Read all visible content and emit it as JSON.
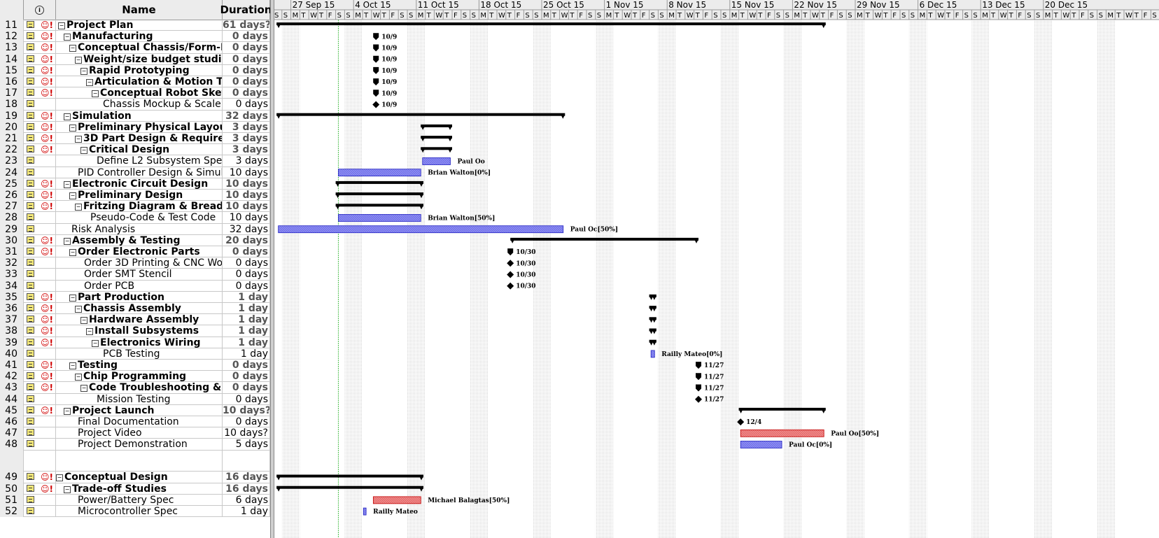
{
  "columns": {
    "indicator_icon": "info-icon",
    "name": "Name",
    "duration": "Duration"
  },
  "timescale": {
    "weeks": [
      "ep 15",
      "27 Sep 15",
      "4 Oct 15",
      "11 Oct 15",
      "18 Oct 15",
      "25 Oct 15",
      "1 Nov 15",
      "8 Nov 15",
      "15 Nov 15",
      "22 Nov 15",
      "29 Nov 15",
      "6 Dec 15",
      "13 Dec 15",
      "20 Dec 15"
    ],
    "days": [
      "S",
      "M",
      "T",
      "W",
      "T",
      "F",
      "S"
    ]
  },
  "tasks": [
    {
      "id": "11",
      "name": "Project Plan",
      "duration": "61 days?",
      "level": 0,
      "summary": true,
      "res_icon": true,
      "bar": {
        "kind": "summary",
        "start": 0.4,
        "end": 61.7
      }
    },
    {
      "id": "12",
      "name": "Manufacturing",
      "duration": "0 days",
      "level": 1,
      "summary": true,
      "res_icon": true,
      "bar": {
        "kind": "summary_ms",
        "start": 11.5,
        "label": "10/9"
      }
    },
    {
      "id": "13",
      "name": "Conceptual Chassis/Form-Fa",
      "duration": "0 days",
      "level": 2,
      "summary": true,
      "res_icon": true,
      "bar": {
        "kind": "summary_ms",
        "start": 11.5,
        "label": "10/9"
      }
    },
    {
      "id": "14",
      "name": "Weight/size budget studies",
      "duration": "0 days",
      "level": 3,
      "summary": true,
      "res_icon": true,
      "bar": {
        "kind": "summary_ms",
        "start": 11.5,
        "label": "10/9"
      }
    },
    {
      "id": "15",
      "name": "Rapid Prototyping",
      "duration": "0 days",
      "level": 4,
      "summary": true,
      "res_icon": true,
      "bar": {
        "kind": "summary_ms",
        "start": 11.5,
        "label": "10/9"
      }
    },
    {
      "id": "16",
      "name": "Articulation & Motion Tra",
      "duration": "0 days",
      "level": 5,
      "summary": true,
      "res_icon": true,
      "bar": {
        "kind": "summary_ms",
        "start": 11.5,
        "label": "10/9"
      }
    },
    {
      "id": "17",
      "name": "Conceptual Robot Sketc",
      "duration": "0 days",
      "level": 6,
      "summary": true,
      "res_icon": true,
      "bar": {
        "kind": "summary_ms",
        "start": 11.5,
        "label": "10/9"
      }
    },
    {
      "id": "18",
      "name": "Chassis Mockup & Scale Mo",
      "duration": "0 days",
      "level": 7,
      "summary": false,
      "res_icon": false,
      "bar": {
        "kind": "milestone",
        "start": 11.5,
        "label": "10/9"
      }
    },
    {
      "id": "19",
      "name": "Simulation",
      "duration": "32 days",
      "level": 1,
      "summary": true,
      "res_icon": true,
      "bar": {
        "kind": "summary",
        "start": 0.4,
        "end": 32.6
      }
    },
    {
      "id": "20",
      "name": "Preliminary Physical Layout",
      "duration": "3 days",
      "level": 2,
      "summary": true,
      "res_icon": true,
      "bar": {
        "kind": "summary",
        "start": 16.5,
        "end": 20.0
      }
    },
    {
      "id": "21",
      "name": "3D Part Design & Requirem",
      "duration": "3 days",
      "level": 3,
      "summary": true,
      "res_icon": true,
      "bar": {
        "kind": "summary",
        "start": 16.5,
        "end": 20.0
      }
    },
    {
      "id": "22",
      "name": "Critical Design",
      "duration": "3 days",
      "level": 4,
      "summary": true,
      "res_icon": true,
      "bar": {
        "kind": "summary",
        "start": 16.5,
        "end": 20.0
      }
    },
    {
      "id": "23",
      "name": "Define L2 Subsystem Specific",
      "duration": "3 days",
      "level": 6,
      "summary": false,
      "res_icon": false,
      "bar": {
        "kind": "task",
        "color": "blue",
        "start": 16.7,
        "end": 19.8,
        "label": "Paul Oo"
      }
    },
    {
      "id": "24",
      "name": "PID Controller Design & Simulati",
      "duration": "10 days",
      "level": 3,
      "summary": false,
      "res_icon": false,
      "bar": {
        "kind": "task",
        "color": "blue",
        "start": 7.3,
        "end": 16.5,
        "label": "Brian Walton[0%]"
      }
    },
    {
      "id": "25",
      "name": "Electronic Circuit Design",
      "duration": "10 days",
      "level": 1,
      "summary": true,
      "res_icon": true,
      "bar": {
        "kind": "summary",
        "start": 7.0,
        "end": 16.8
      }
    },
    {
      "id": "26",
      "name": "Preliminary Design",
      "duration": "10 days",
      "level": 2,
      "summary": true,
      "res_icon": true,
      "bar": {
        "kind": "summary",
        "start": 7.0,
        "end": 16.8
      }
    },
    {
      "id": "27",
      "name": "Fritzing Diagram & Breadb",
      "duration": "10 days",
      "level": 3,
      "summary": true,
      "res_icon": true,
      "bar": {
        "kind": "summary",
        "start": 7.0,
        "end": 16.8
      }
    },
    {
      "id": "28",
      "name": "Pseudo-Code & Test Code",
      "duration": "10 days",
      "level": 5,
      "summary": false,
      "res_icon": false,
      "bar": {
        "kind": "task",
        "color": "blue",
        "start": 7.3,
        "end": 16.5,
        "label": "Brian Walton[50%]"
      }
    },
    {
      "id": "29",
      "name": "Risk Analysis",
      "duration": "32 days",
      "level": 2,
      "summary": false,
      "res_icon": false,
      "bar": {
        "kind": "task",
        "color": "blue",
        "start": 0.6,
        "end": 32.4,
        "label": "Paul Oc[50%]"
      }
    },
    {
      "id": "30",
      "name": "Assembly & Testing",
      "duration": "20 days",
      "level": 1,
      "summary": true,
      "res_icon": true,
      "bar": {
        "kind": "summary",
        "start": 26.5,
        "end": 47.5
      }
    },
    {
      "id": "31",
      "name": "Order Electronic Parts",
      "duration": "0 days",
      "level": 2,
      "summary": true,
      "res_icon": true,
      "bar": {
        "kind": "summary_ms",
        "start": 26.5,
        "label": "10/30"
      }
    },
    {
      "id": "32",
      "name": "Order 3D Printing & CNC Work",
      "duration": "0 days",
      "level": 4,
      "summary": false,
      "res_icon": false,
      "bar": {
        "kind": "milestone",
        "start": 26.5,
        "label": "10/30"
      }
    },
    {
      "id": "33",
      "name": "Order SMT Stencil",
      "duration": "0 days",
      "level": 4,
      "summary": false,
      "res_icon": false,
      "bar": {
        "kind": "milestone",
        "start": 26.5,
        "label": "10/30"
      }
    },
    {
      "id": "34",
      "name": "Order PCB",
      "duration": "0 days",
      "level": 4,
      "summary": false,
      "res_icon": false,
      "bar": {
        "kind": "milestone",
        "start": 26.5,
        "label": "10/30"
      }
    },
    {
      "id": "35",
      "name": "Part Production",
      "duration": "1 day",
      "level": 2,
      "summary": true,
      "res_icon": true,
      "bar": {
        "kind": "summary",
        "start": 42.0,
        "end": 42.8
      }
    },
    {
      "id": "36",
      "name": "Chassis Assembly",
      "duration": "1 day",
      "level": 3,
      "summary": true,
      "res_icon": true,
      "bar": {
        "kind": "summary",
        "start": 42.0,
        "end": 42.8
      }
    },
    {
      "id": "37",
      "name": "Hardware Assembly",
      "duration": "1 day",
      "level": 4,
      "summary": true,
      "res_icon": true,
      "bar": {
        "kind": "summary",
        "start": 42.0,
        "end": 42.8
      }
    },
    {
      "id": "38",
      "name": "Install Subsystems",
      "duration": "1 day",
      "level": 5,
      "summary": true,
      "res_icon": true,
      "bar": {
        "kind": "summary",
        "start": 42.0,
        "end": 42.8
      }
    },
    {
      "id": "39",
      "name": "Electronics Wiring",
      "duration": "1 day",
      "level": 6,
      "summary": true,
      "res_icon": true,
      "bar": {
        "kind": "summary",
        "start": 42.0,
        "end": 42.8
      }
    },
    {
      "id": "40",
      "name": "PCB Testing",
      "duration": "1 day",
      "level": 7,
      "summary": false,
      "res_icon": false,
      "bar": {
        "kind": "task",
        "color": "blue",
        "start": 42.2,
        "end": 42.6,
        "label": "Railly Mateo[0%]"
      }
    },
    {
      "id": "41",
      "name": "Testing",
      "duration": "0 days",
      "level": 2,
      "summary": true,
      "res_icon": true,
      "bar": {
        "kind": "summary_ms",
        "start": 47.5,
        "label": "11/27"
      }
    },
    {
      "id": "42",
      "name": "Chip Programming",
      "duration": "0 days",
      "level": 3,
      "summary": true,
      "res_icon": true,
      "bar": {
        "kind": "summary_ms",
        "start": 47.5,
        "label": "11/27"
      }
    },
    {
      "id": "43",
      "name": "Code Troubleshooting & D",
      "duration": "0 days",
      "level": 4,
      "summary": true,
      "res_icon": true,
      "bar": {
        "kind": "summary_ms",
        "start": 47.5,
        "label": "11/27"
      }
    },
    {
      "id": "44",
      "name": "Mission Testing",
      "duration": "0 days",
      "level": 6,
      "summary": false,
      "res_icon": false,
      "bar": {
        "kind": "milestone",
        "start": 47.5,
        "label": "11/27"
      }
    },
    {
      "id": "45",
      "name": "Project Launch",
      "duration": "10 days?",
      "level": 1,
      "summary": true,
      "res_icon": true,
      "bar": {
        "kind": "summary",
        "start": 52.0,
        "end": 61.7
      }
    },
    {
      "id": "46",
      "name": "Final Documentation",
      "duration": "0 days",
      "level": 3,
      "summary": false,
      "res_icon": false,
      "bar": {
        "kind": "milestone",
        "start": 52.2,
        "label": "12/4"
      }
    },
    {
      "id": "47",
      "name": "Project Video",
      "duration": "10 days?",
      "level": 3,
      "summary": false,
      "res_icon": false,
      "bar": {
        "kind": "task",
        "color": "red",
        "start": 52.2,
        "end": 61.5,
        "label": "Paul Oo[50%]"
      }
    },
    {
      "id": "48",
      "name": "Project Demonstration",
      "duration": "5 days",
      "level": 3,
      "summary": false,
      "res_icon": false,
      "bar": {
        "kind": "task",
        "color": "blue",
        "start": 52.2,
        "end": 56.8,
        "label": "Paul Oc[0%]"
      }
    },
    {
      "id": "",
      "name": "",
      "duration": "",
      "level": 0,
      "summary": false,
      "res_icon": false,
      "spacer": true,
      "bar": null
    },
    {
      "id": "49",
      "name": "Conceptual Design",
      "duration": "16 days",
      "level": 0,
      "summary": true,
      "res_icon": true,
      "bar": {
        "kind": "summary",
        "start": 0.4,
        "end": 16.8
      }
    },
    {
      "id": "50",
      "name": "Trade-off Studies",
      "duration": "16 days",
      "level": 1,
      "summary": true,
      "res_icon": true,
      "bar": {
        "kind": "summary",
        "start": 0.4,
        "end": 16.8
      }
    },
    {
      "id": "51",
      "name": "Power/Battery Spec",
      "duration": "6 days",
      "level": 3,
      "summary": false,
      "res_icon": false,
      "bar": {
        "kind": "task",
        "color": "red",
        "start": 11.2,
        "end": 16.5,
        "label": "Michael Balagtas[50%]"
      }
    },
    {
      "id": "52",
      "name": "Microcontroller Spec",
      "duration": "1 day",
      "level": 3,
      "summary": false,
      "res_icon": false,
      "bar": {
        "kind": "task",
        "color": "blue",
        "start": 10.1,
        "end": 10.4,
        "label": "Railly Mateo"
      }
    }
  ],
  "colors": {
    "task_blue": "#8c8cf4",
    "task_blue_edge": "#2020c0",
    "task_red": "#f08a8a",
    "task_red_edge": "#c00000",
    "summary": "#000000",
    "grid_header": "#ececec",
    "today_line": "#55c055"
  }
}
